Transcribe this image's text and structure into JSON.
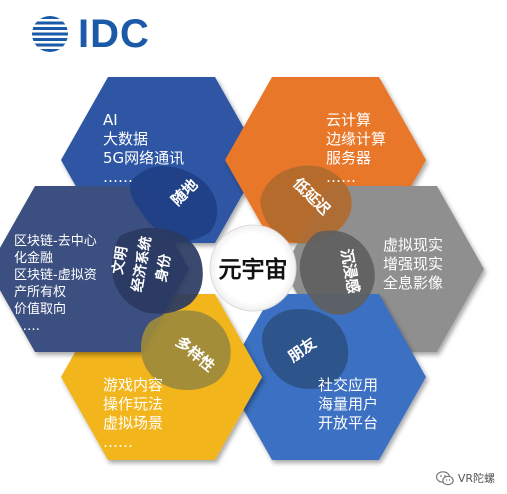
{
  "logo": {
    "text": "IDC",
    "icon": "globe-stripes-icon",
    "color": "#1a5aa8"
  },
  "center": {
    "label": "元宇宙"
  },
  "segments": [
    {
      "id": "top-left",
      "color": "#2f57a4",
      "petal_color": "#1f3f86",
      "lines": [
        "AI",
        "大数据",
        "5G网络通讯",
        "……"
      ],
      "tag": "随地"
    },
    {
      "id": "top-right",
      "color": "#e8772a",
      "petal_color": "#b06a2c",
      "lines": [
        "云计算",
        "边缘计算",
        "服务器",
        "……"
      ],
      "tag": "低延迟"
    },
    {
      "id": "right",
      "color": "#8f8f8f",
      "petal_color": "#5f5f5f",
      "lines": [
        "虚拟现实",
        "增强现实",
        "全息影像"
      ],
      "tag": "沉浸感"
    },
    {
      "id": "bottom-right",
      "color": "#3b70c2",
      "petal_color": "#2d5187",
      "lines": [
        "社交应用",
        "海量用户",
        "开放平台"
      ],
      "tag": "朋友"
    },
    {
      "id": "bottom-left",
      "color": "#f2b51c",
      "petal_color": "#9c8a3c",
      "lines": [
        "游戏内容",
        "操作玩法",
        "虚拟场景",
        "……"
      ],
      "tag": "多样性"
    },
    {
      "id": "left",
      "color": "#3a4f80",
      "petal_color": "#2a3a62",
      "lines": [
        "区块链-去中心",
        "化金融",
        "区块链-虚拟资",
        "产所有权",
        "价值取向",
        "……"
      ],
      "tag_lines": [
        "文明",
        "经济系统",
        "身份"
      ]
    }
  ],
  "watermark": {
    "text": "VR陀螺",
    "icon": "wechat-icon"
  }
}
